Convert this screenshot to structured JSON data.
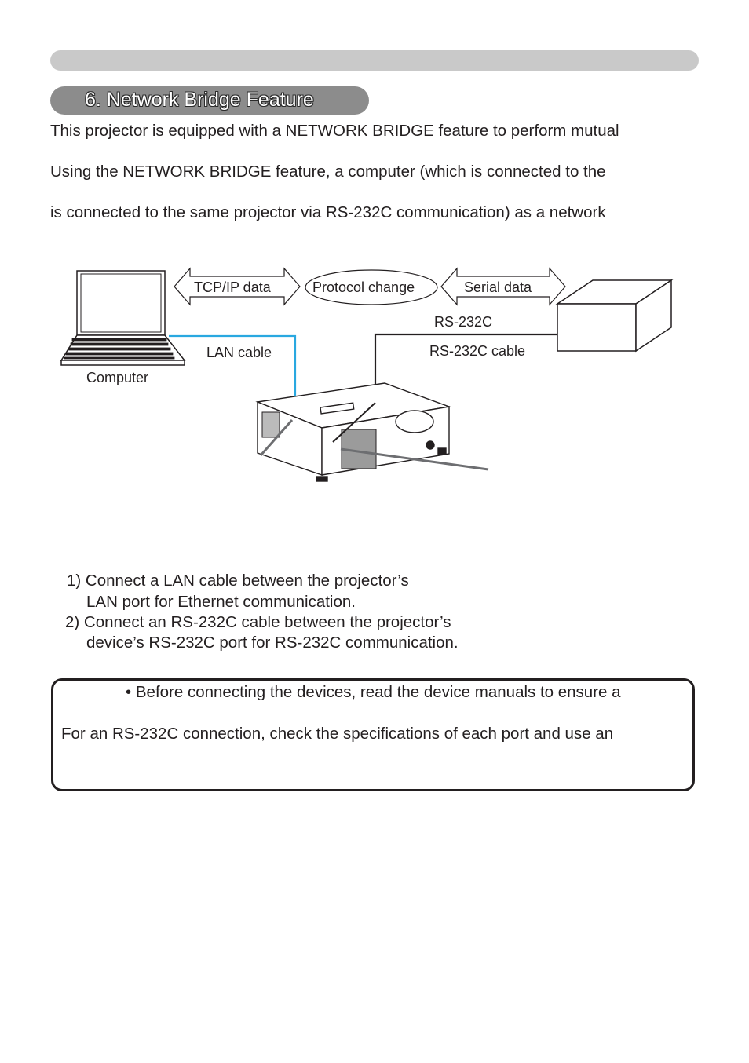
{
  "section": {
    "title": "6. Network Bridge Feature"
  },
  "intro": {
    "line1": "This projector is equipped with a NETWORK BRIDGE feature to perform mutual",
    "line2": "Using the NETWORK BRIDGE feature, a computer (which is connected to the",
    "line3": "is connected to the same projector via RS-232C communication) as a network"
  },
  "diagram": {
    "tcp_label": "TCP/IP data",
    "protocol_label": "Protocol change",
    "serial_label": "Serial data",
    "rs232_label": "RS-232C",
    "rs232_cable_label": "RS-232C cable",
    "lan_cable_label": "LAN cable",
    "computer_label": "Computer",
    "colors": {
      "lan_cable": "#29a8e0",
      "line": "#231f20",
      "arrow_fill": "#ffffff"
    }
  },
  "steps": {
    "s1_line1": "1) Connect a LAN cable between the projector’s",
    "s1_line2": "LAN port for Ethernet communication.",
    "s2_line1": "2) Connect an RS-232C cable between the projector’s",
    "s2_line2": "device’s RS-232C port for RS-232C communication."
  },
  "note": {
    "line1": "• Before connecting the devices, read the device manuals to ensure a",
    "line2": "For an RS-232C connection, check the specifications of each port and use an"
  }
}
